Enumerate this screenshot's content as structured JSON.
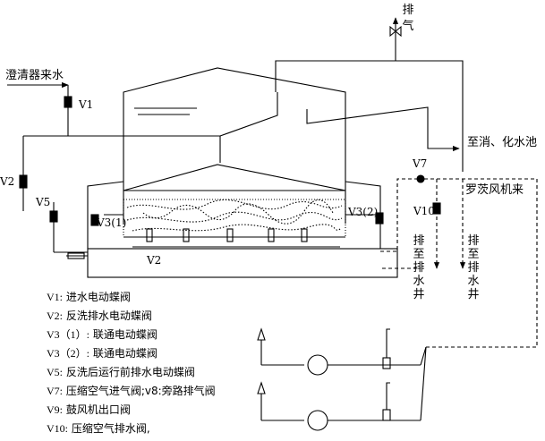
{
  "labels": {
    "exhaust_1": "排",
    "exhaust_2": "气",
    "inflow": "澄清器来水",
    "to_tank": "至消、化水池",
    "blower": "罗茨风机来",
    "v1": "V1",
    "v2_left": "V2",
    "v2_bottom": "V2",
    "v3_1": "V3(1)",
    "v3_2": "V3(2)",
    "v5": "V5",
    "v7": "V7",
    "v10": "V10",
    "drain_left": "排至排水井",
    "drain_right": "排至排水井"
  },
  "legend": [
    {
      "code": "V1:",
      "text": "进水电动蝶阀"
    },
    {
      "code": "V2:",
      "text": "反洗排水电动蝶阀"
    },
    {
      "code": "V3（1）:",
      "text": "联通电动蝶阀"
    },
    {
      "code": "V3（2）:",
      "text": "联通电动蝶阀"
    },
    {
      "code": "V5:",
      "text": "反洗后运行前排水电动蝶阀"
    },
    {
      "code": "V7:",
      "text": "压缩空气进气阀;v8:旁路排气阀"
    },
    {
      "code": "V9:",
      "text": "鼓风机出口阀"
    },
    {
      "code": "V10:",
      "text": "压缩空气排水阀,"
    }
  ]
}
